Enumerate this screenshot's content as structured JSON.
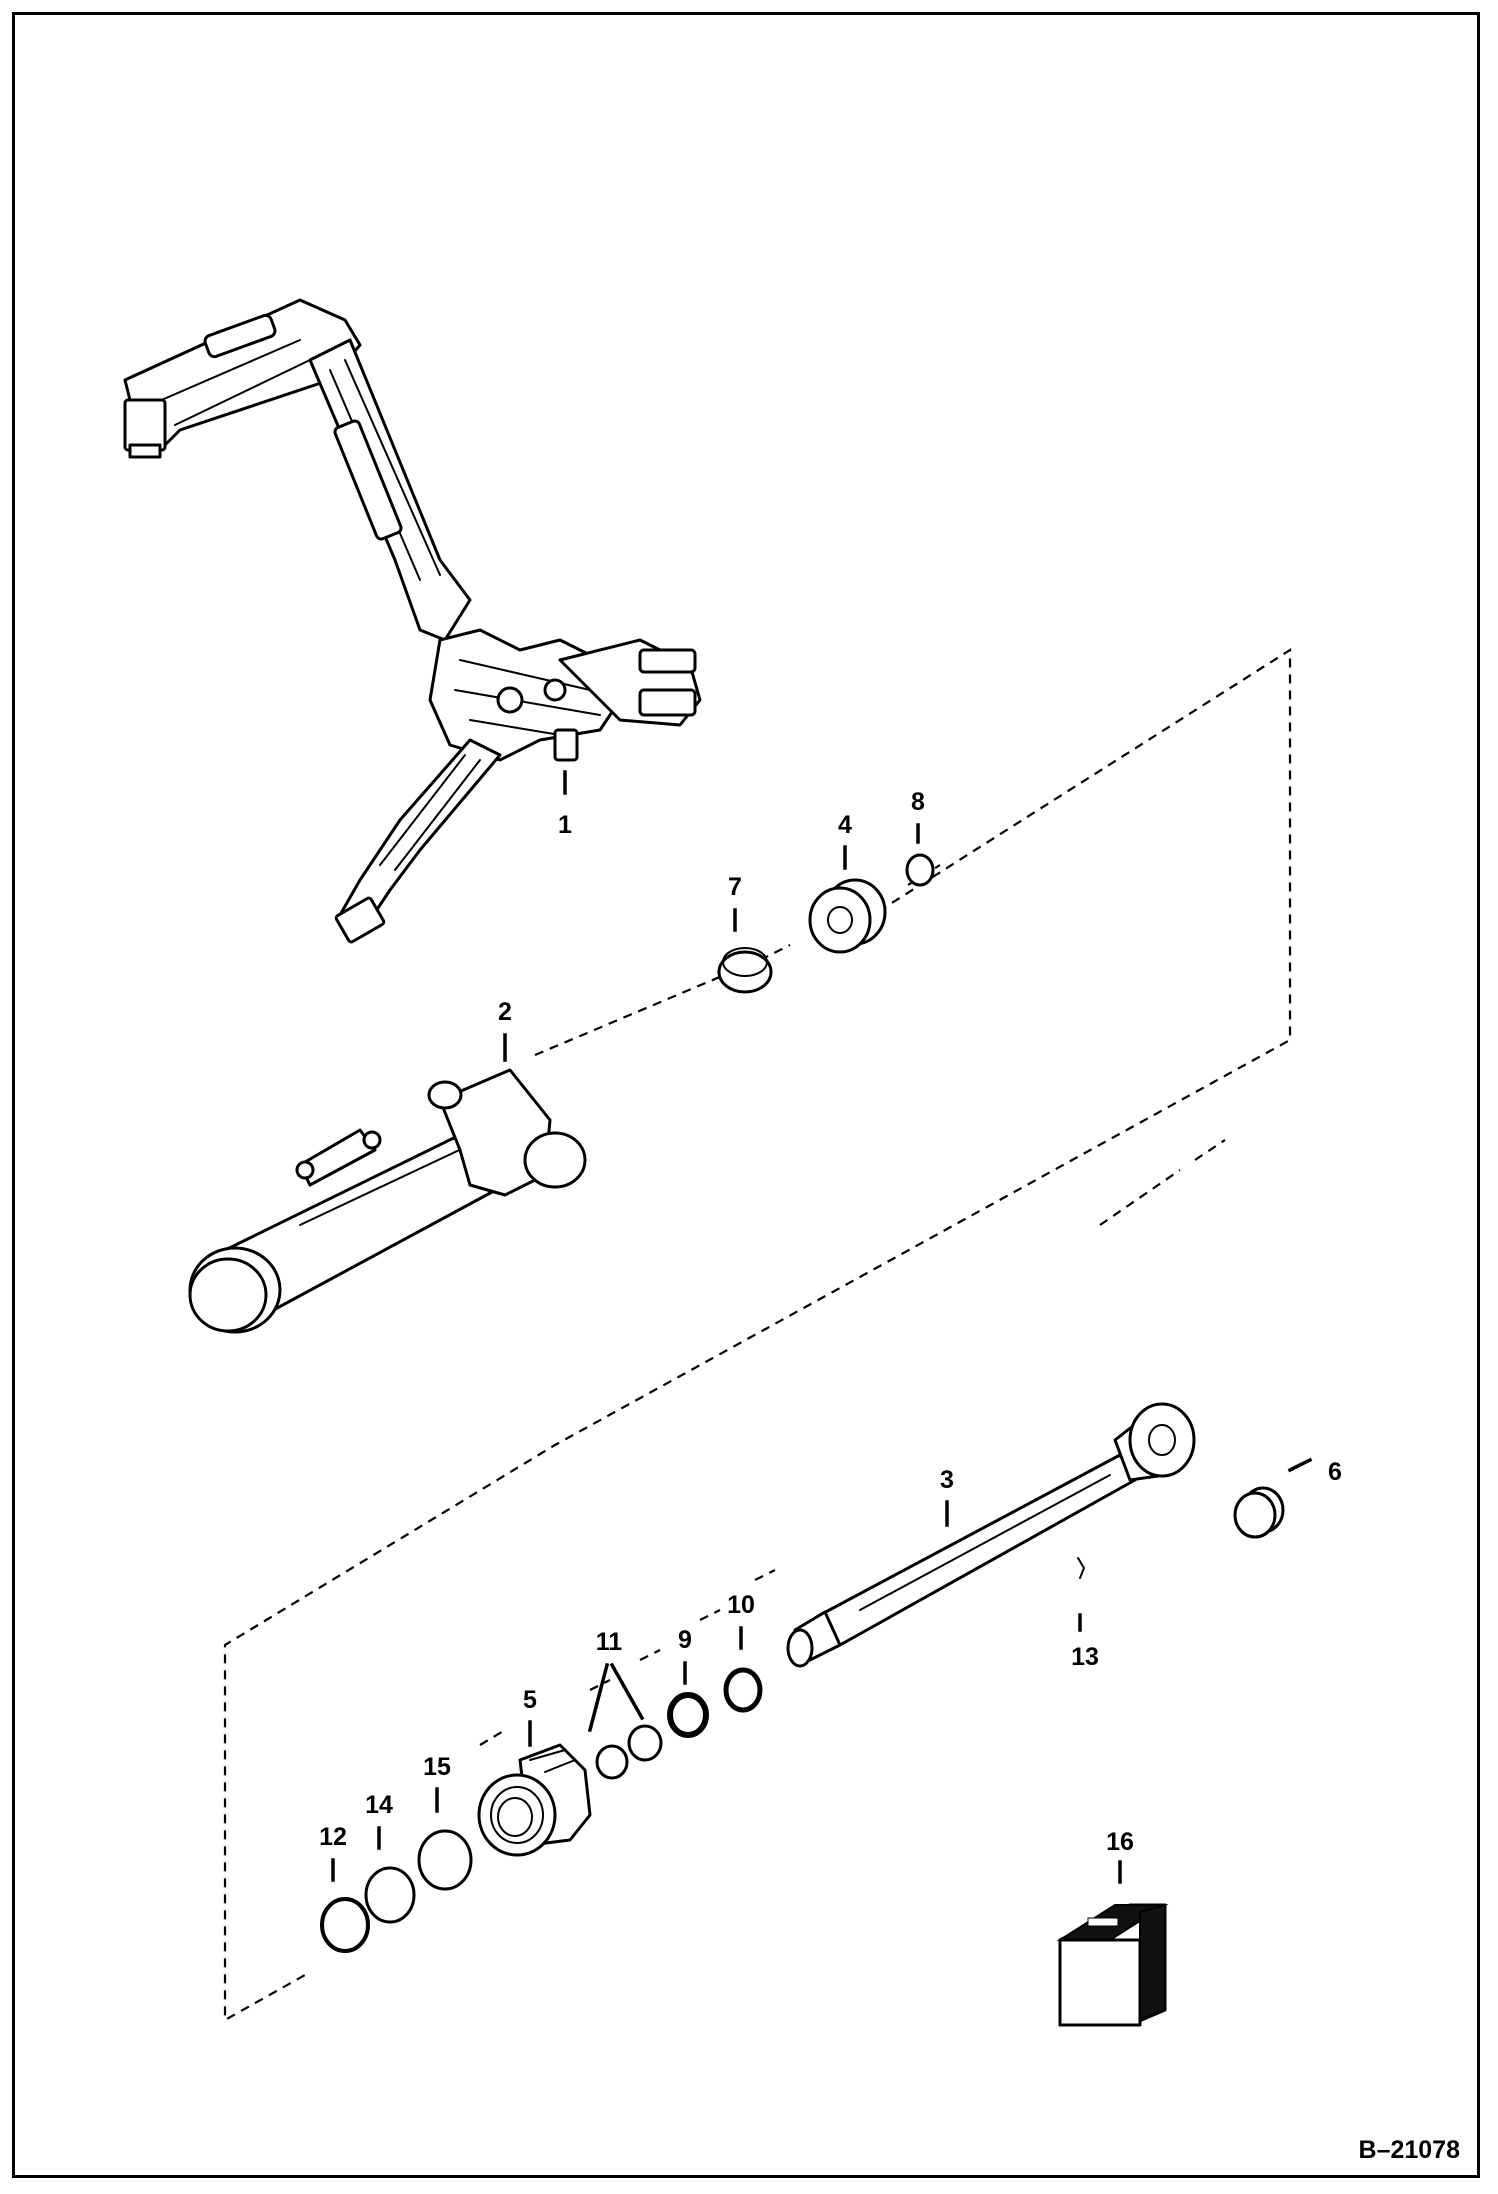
{
  "figure_id": "B–21078",
  "callouts": {
    "c1": "1",
    "c2": "2",
    "c3": "3",
    "c4": "4",
    "c5": "5",
    "c6": "6",
    "c7": "7",
    "c8": "8",
    "c9": "9",
    "c10": "10",
    "c11": "11",
    "c12": "12",
    "c13": "13",
    "c14": "14",
    "c15": "15",
    "c16": "16"
  }
}
